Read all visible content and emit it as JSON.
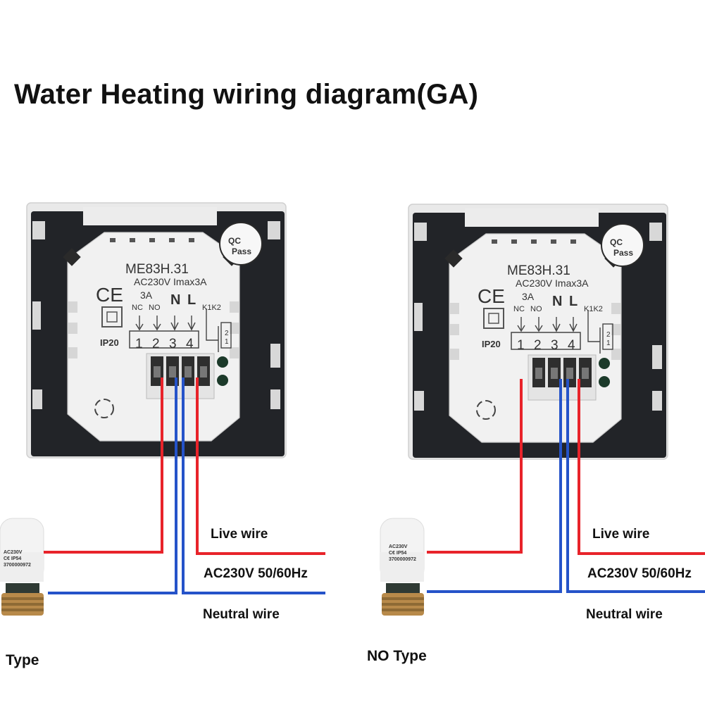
{
  "title": "Water Heating wiring diagram(GA)",
  "colors": {
    "live_wire": "#e8232a",
    "neutral_wire": "#2553c9",
    "frame": "#222428",
    "plate": "#f1f1f1"
  },
  "thermostat": {
    "qc_badge_line1": "QC",
    "qc_badge_line2": "Pass",
    "model": "ME83H.31",
    "rating": "AC230V Imax3A",
    "ce_mark": "CE",
    "current": "3A",
    "contact_nc": "NC",
    "contact_no": "NO",
    "terminal_n": "N",
    "terminal_l": "L",
    "sensor_k1k2": "K1K2",
    "ip_rating": "IP20",
    "terminals": [
      "1",
      "2",
      "3",
      "4"
    ],
    "sensor_terminals": [
      "1",
      "2"
    ]
  },
  "actuator": {
    "line1": "AC230V",
    "line2": "C€ IP54",
    "line3": "3700000972"
  },
  "panels": [
    {
      "live_label": "Live wire",
      "supply_label": "AC230V 50/60Hz",
      "neutral_label": "Neutral wire",
      "type_label": "Type"
    },
    {
      "live_label": "Live wire",
      "supply_label": "AC230V 50/60Hz",
      "neutral_label": "Neutral wire",
      "type_label": "NO Type"
    }
  ]
}
